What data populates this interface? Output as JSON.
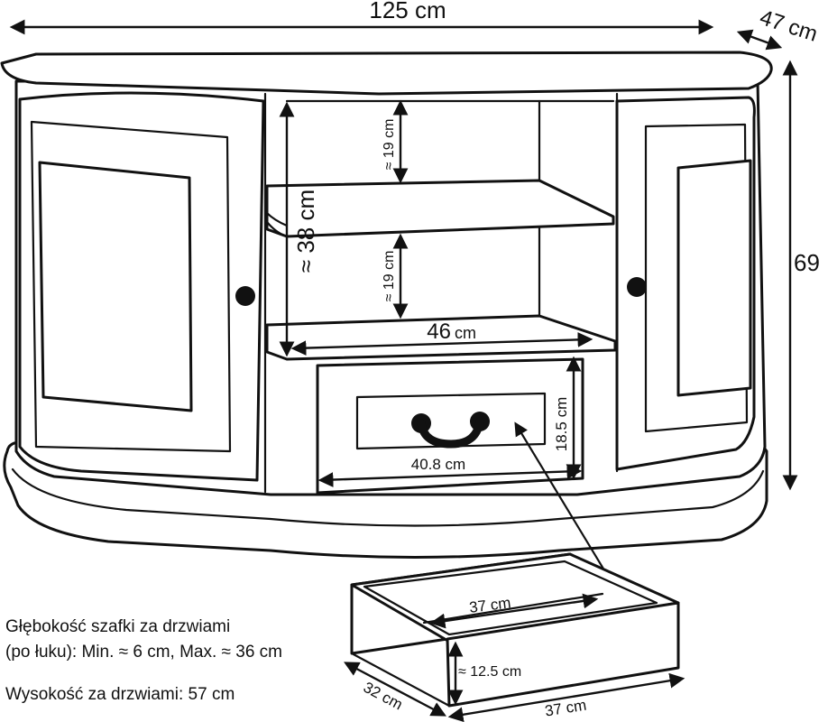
{
  "dimensions": {
    "width": "125 cm",
    "depth": "47 cm",
    "height": "69",
    "shelf_upper": "≈ 19 cm",
    "shelf_lower": "≈ 19 cm",
    "shelf_total": "≈ 38 cm",
    "shelf_width_value": "46",
    "shelf_width_unit": "cm",
    "drawer_front_height": "18.5 cm",
    "drawer_front_width": "40.8 cm",
    "drawer_inner_width": "37 cm",
    "drawer_inner_height": "≈ 12.5 cm",
    "drawer_depth": "32 cm",
    "drawer_outer_width": "37 cm"
  },
  "notes": {
    "depth_line1": "Głębokość szafki za drzwiami",
    "depth_line2": "(po łuku): Min. ≈ 6 cm, Max. ≈ 36 cm",
    "height_behind_doors": "Wysokość za drzwiami: 57 cm"
  }
}
